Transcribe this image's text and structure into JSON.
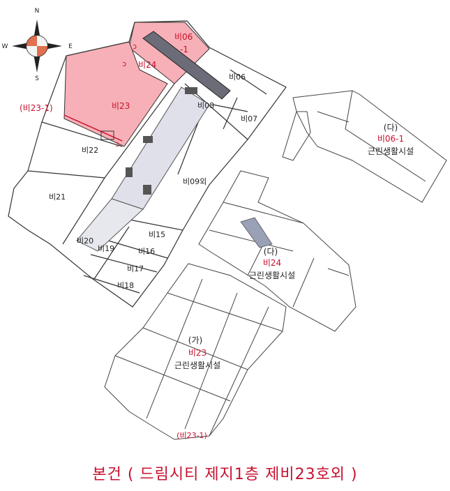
{
  "colors": {
    "accent_red": "#c8102e",
    "highlight_fill": "#f7b0b7",
    "line": "#333333",
    "compass_orange": "#e07050"
  },
  "compass": {
    "north": "N",
    "south": "S",
    "east": "E",
    "west": "W",
    "icon": "compass-rose-icon"
  },
  "units": {
    "b06_1_line1": "비06",
    "b06_1_line2": "-1",
    "b24": "비24",
    "b23": "비23",
    "b23_1_callout": "(비23-1)",
    "b06": "비06",
    "b08": "비08",
    "b07": "비07",
    "b22": "비22",
    "b21": "비21",
    "b09": "비09외",
    "b20": "비20",
    "b19": "비19",
    "b15": "비15",
    "b16": "비16",
    "b17": "비17",
    "b18": "비18"
  },
  "detail_plans": {
    "right_top": {
      "label": "(다)",
      "unit": "비06-1",
      "use": "근린생활시설"
    },
    "middle": {
      "label": "(다)",
      "unit": "비24",
      "use": "근린생활시설"
    },
    "bottom": {
      "label": "(가)",
      "unit": "비23",
      "use": "근린생활시설",
      "footnote": "(비23-1)"
    }
  },
  "caption": "본건 ( 드림시티 제지1층 제비23호외 )"
}
